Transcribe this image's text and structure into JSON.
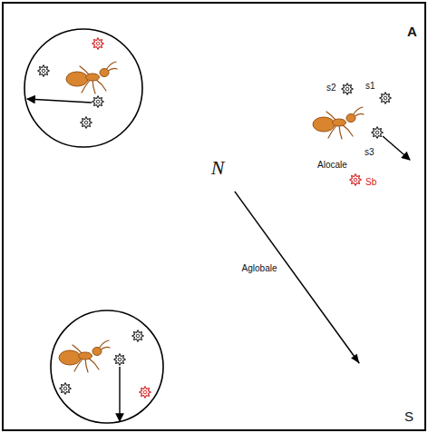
{
  "diagram": {
    "nodes": [
      {
        "text": [
          "S"
        ]
      },
      {
        "text": [
          "A"
        ],
        "in": 0
      },
      {
        "text": [
          "N"
        ],
        "in": 1
      },
      {
        "text": [
          "s2",
          "s1",
          "s3",
          "Alocale",
          "Sb"
        ],
        "in": 1
      }
    ],
    "edges": [
      {
        "from": 2,
        "to": 1,
        "arrow": "to",
        "label": "Aglobale"
      }
    ]
  }
}
